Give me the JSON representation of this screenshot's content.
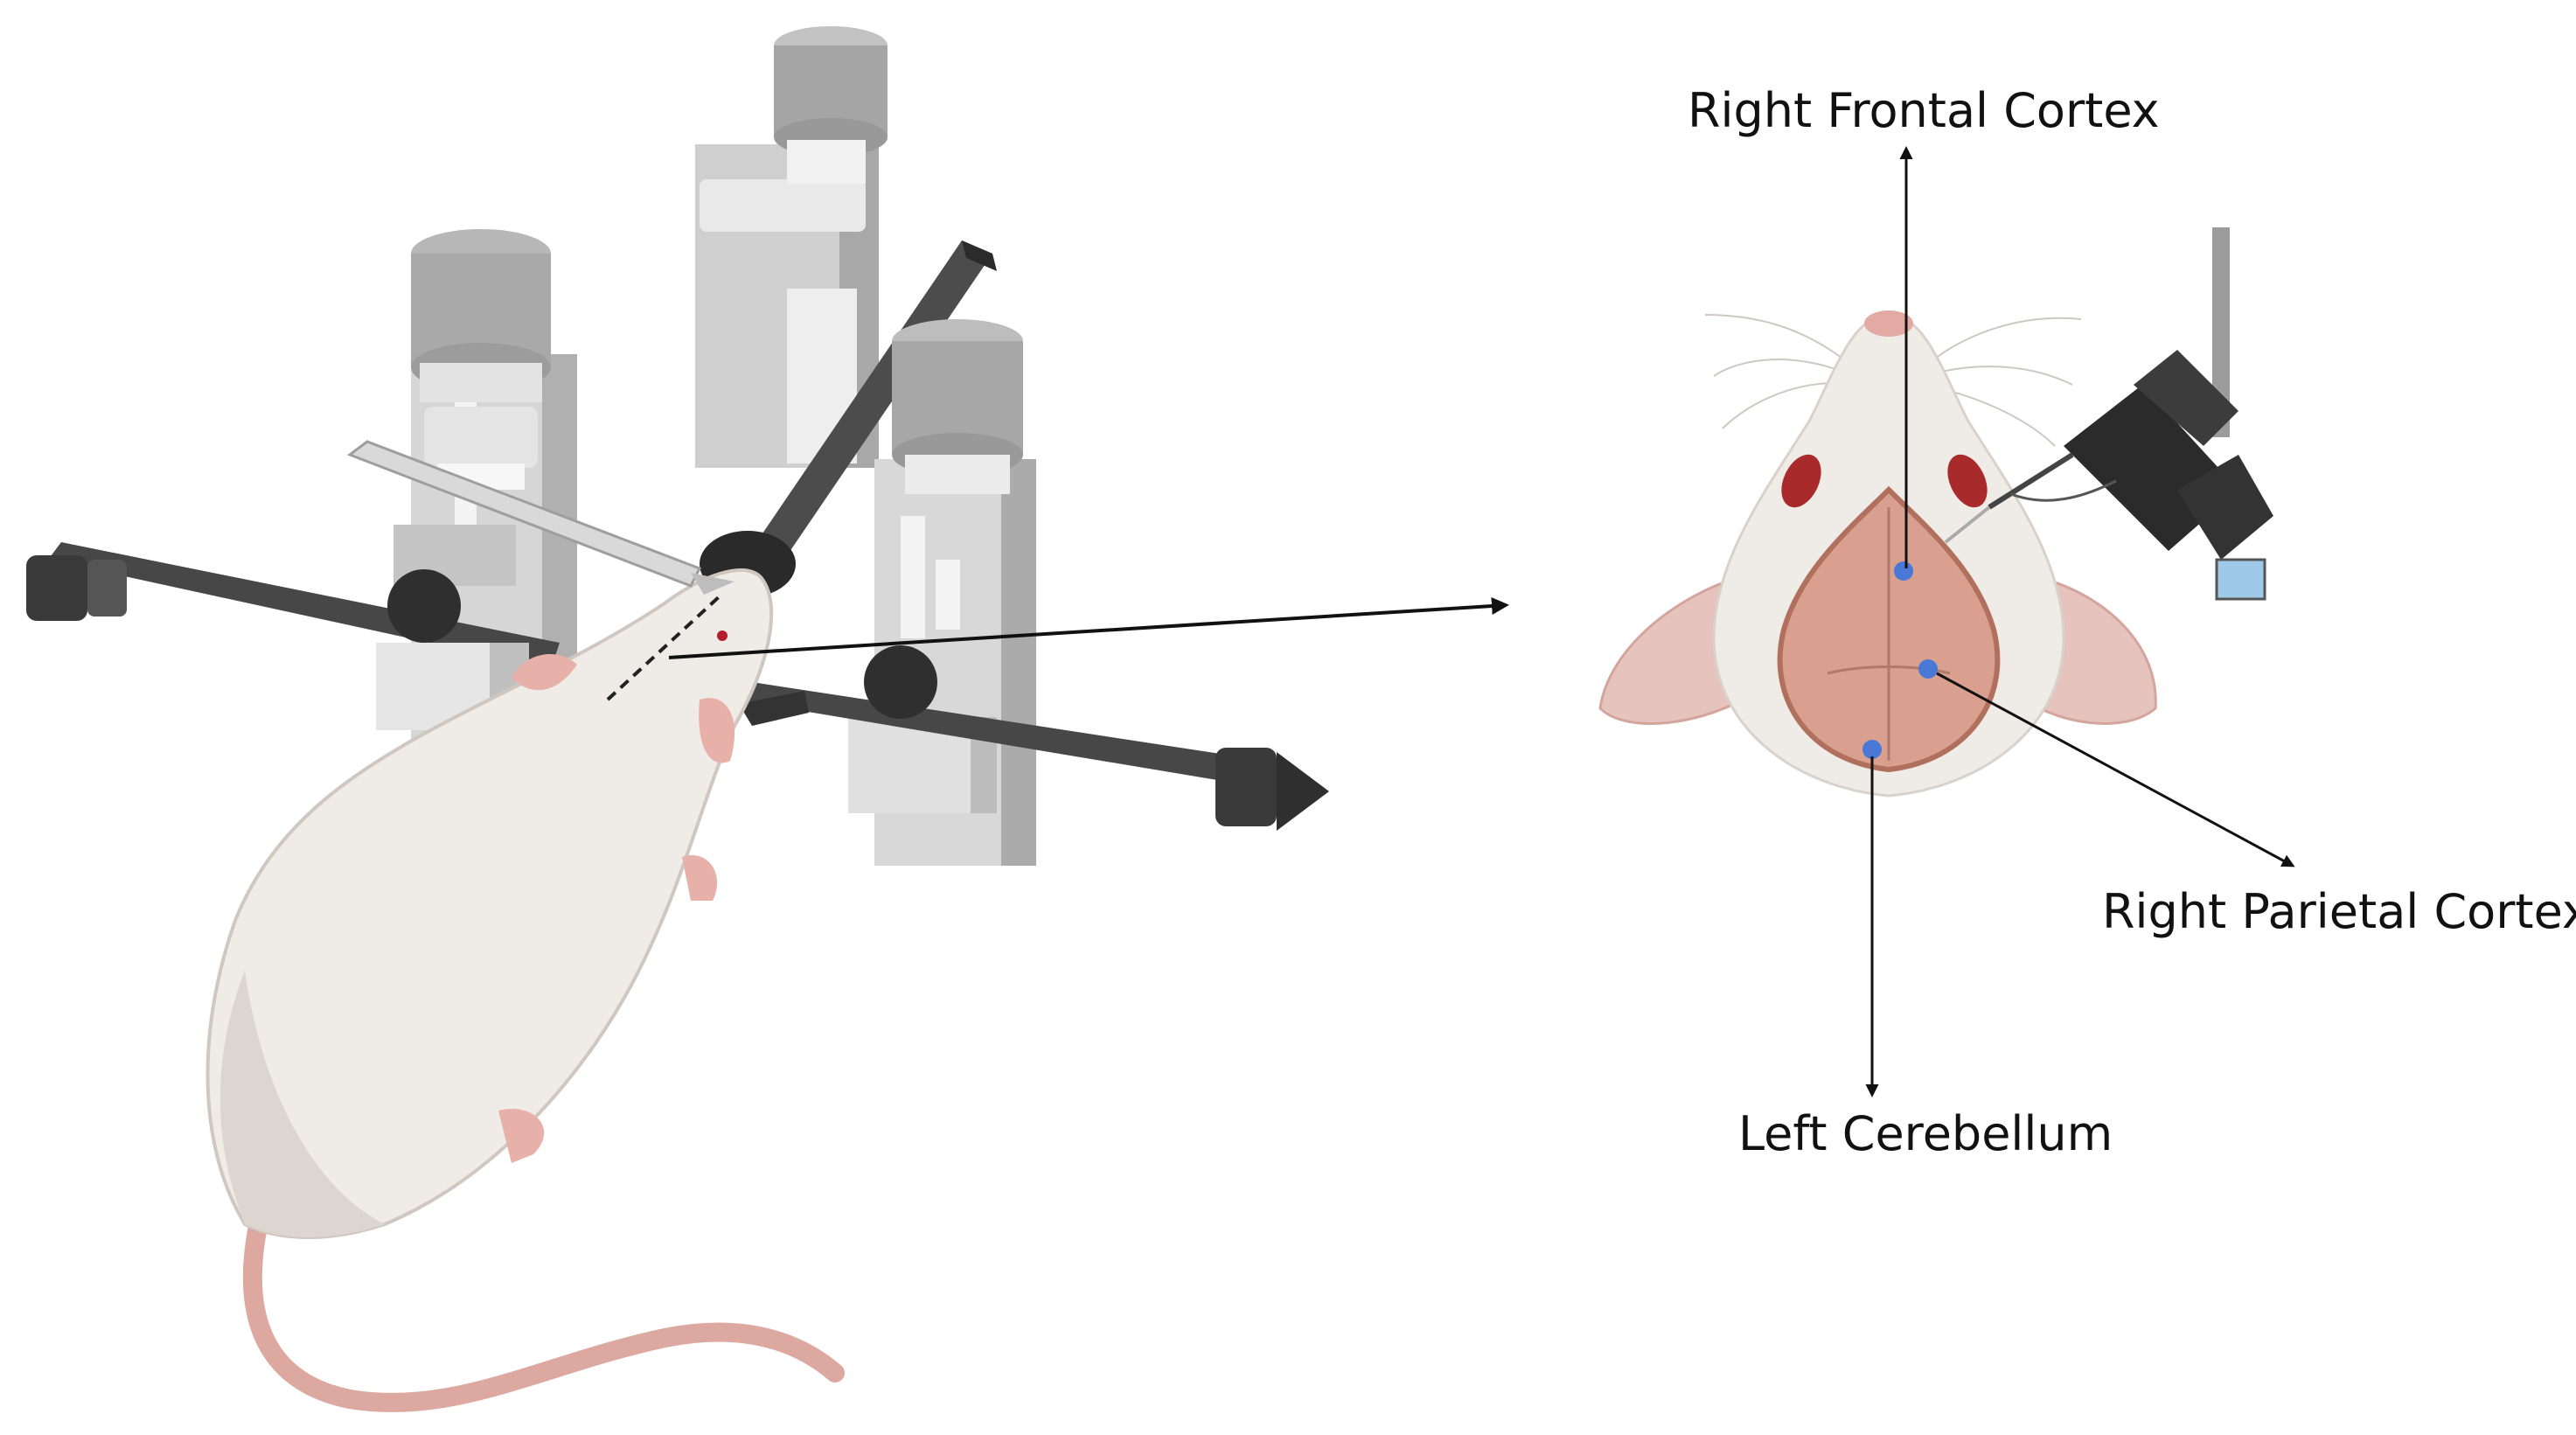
{
  "labels": {
    "frontal": "Right Frontal Cortex",
    "parietal": "Right Parietal Cortex",
    "cerebellum": "Left Cerebellum"
  },
  "colors": {
    "background": "#ffffff",
    "fur": "#efebe7",
    "fur_shadow": "#ddd6d0",
    "pink_skin": "#e7b1aa",
    "skull": "#d9a08f",
    "skull_rim": "#c07b66",
    "injection_dot": "#4a78d6",
    "frame_light": "#dcdcdc",
    "frame_mid": "#b5b5b5",
    "frame_dark": "#4a4a4a",
    "bar_dark": "#3c3c3c",
    "arrow": "#111111"
  },
  "icons": {
    "stereotaxic_frame": "stereotaxic-frame-icon",
    "rat_body": "rat-icon",
    "rat_head_top": "rat-head-top-view-icon",
    "scalpel": "scalpel-icon",
    "micromanipulator": "micromanipulator-icon"
  }
}
